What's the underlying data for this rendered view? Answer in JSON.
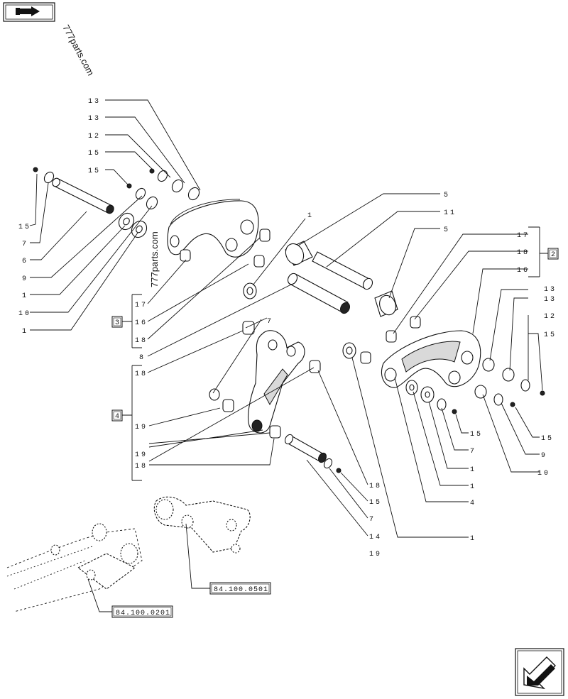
{
  "watermark": "777parts.com",
  "nav": {
    "top_icon": "book-nav-icon",
    "bottom_icon": "next-page-arrow-icon"
  },
  "groups": {
    "g2": "2",
    "g3": "3",
    "g4": "4"
  },
  "refs": {
    "r1": "84.100.0501",
    "r2": "84.100.0201"
  },
  "labels": {
    "l13a": "13",
    "l13b": "13",
    "l12a": "12",
    "l15a": "15",
    "l15b": "15",
    "l15c": "15",
    "l7a": "7",
    "l6": "6",
    "l9a": "9",
    "l1a": "1",
    "l10a": "10",
    "l1b": "1",
    "l5a": "5",
    "l11": "11",
    "l5b": "5",
    "l1c": "1",
    "l17a": "17",
    "l16a": "16",
    "l18a": "18",
    "l8": "8",
    "l7b": "7",
    "l18b": "18",
    "l19a": "19",
    "l19b": "19",
    "l18c": "18",
    "l17b": "17",
    "l18d": "18",
    "l16b": "16",
    "l13c": "13",
    "l13d": "13",
    "l12b": "12",
    "l15d": "15",
    "l15e": "15",
    "l15f": "15",
    "l7c": "7",
    "l1d": "1",
    "l1e": "1",
    "l4": "4",
    "l9b": "9",
    "l10b": "10",
    "l18e": "18",
    "l15g": "15",
    "l7d": "7",
    "l14": "14",
    "l19c": "19",
    "l1f": "1"
  }
}
